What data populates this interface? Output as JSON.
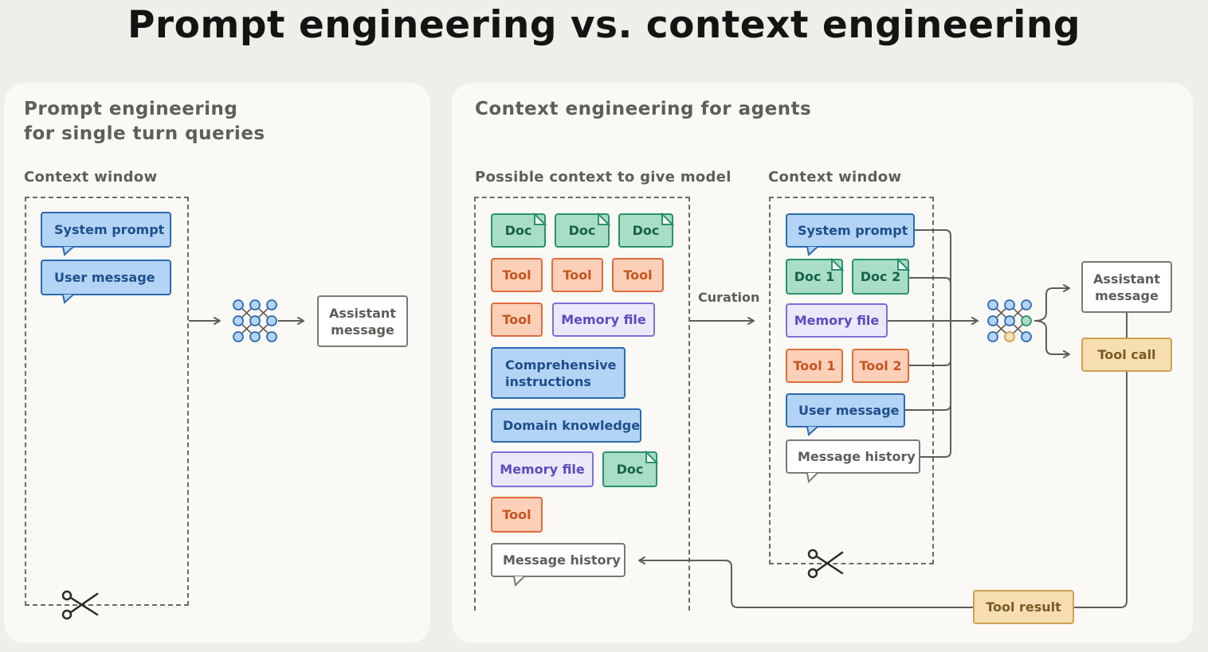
{
  "title": "Prompt engineering vs. context engineering",
  "left": {
    "heading_line1": "Prompt engineering",
    "heading_line2": "for single turn queries",
    "context_window": "Context window",
    "system_prompt": "System prompt",
    "user_message": "User message",
    "assistant_line1": "Assistant",
    "assistant_line2": "message"
  },
  "right": {
    "heading": "Context engineering for agents",
    "possible_label": "Possible context to give model",
    "context_window": "Context window",
    "curation": "Curation",
    "doc": "Doc",
    "tool": "Tool",
    "memory_file": "Memory file",
    "comprehensive_line1": "Comprehensive",
    "comprehensive_line2": "instructions",
    "domain_knowledge": "Domain knowledge",
    "message_history": "Message history",
    "system_prompt": "System prompt",
    "doc1": "Doc 1",
    "doc2": "Doc 2",
    "tool1": "Tool 1",
    "tool2": "Tool 2",
    "user_message": "User message",
    "assistant_line1": "Assistant",
    "assistant_line2": "message",
    "tool_call": "Tool call",
    "tool_result": "Tool result"
  },
  "colors": {
    "blue": "#b3d4f5",
    "green": "#a9dec6",
    "orange": "#fcd0b8",
    "purple": "#ebe8fa",
    "tan": "#f6deb0"
  },
  "icons": [
    "scissors-icon",
    "neural-network-icon",
    "arrow-icon"
  ]
}
